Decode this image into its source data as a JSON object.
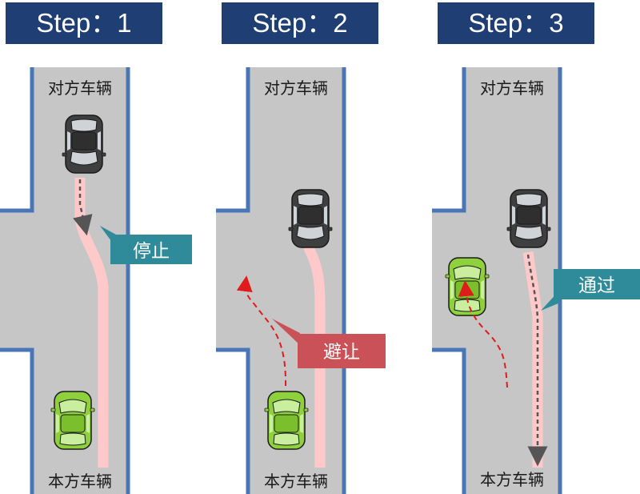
{
  "steps": [
    {
      "label": "Step：1",
      "oncoming": "对方车辆",
      "own": "本方车辆",
      "callout": "停止"
    },
    {
      "label": "Step：2",
      "oncoming": "对方车辆",
      "own": "本方车辆",
      "callout": "避让"
    },
    {
      "label": "Step：3",
      "oncoming": "对方车辆",
      "own": "本方车辆",
      "callout": "通过"
    }
  ],
  "colors": {
    "header": "#1f3e73",
    "road": "#c6c6c6",
    "road_edge": "#4a76b8",
    "path": "#ffc9c9",
    "oncoming_car": "#3f3f3f",
    "own_car": "#8fd13d",
    "callout_stop": "#2f8a99",
    "callout_yield": "#c95157",
    "callout_pass": "#2f8a99",
    "arrow_red": "#e01b1b",
    "arrow_gray": "#555555"
  },
  "icons": {
    "car": "top-view-car-icon",
    "arrow": "dashed-arrow-icon"
  }
}
